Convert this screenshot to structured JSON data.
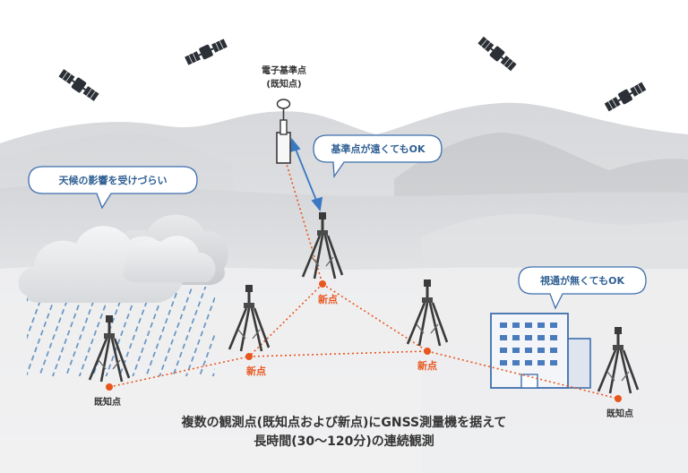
{
  "reference_station": {
    "line1": "電子基準点",
    "line2": "(既知点)"
  },
  "bubbles": {
    "weather": "天候の影響を受けづらい",
    "distance": "基準点が遠くてもOK",
    "visibility": "視通が無くてもOK"
  },
  "points": {
    "new_label": "新点",
    "known_label": "既知点"
  },
  "caption": {
    "line1": "複数の観測点(既知点および新点)にGNSS測量機を据えて",
    "line2": "長時間(30〜120分)の連続観測"
  },
  "colors": {
    "accent": "#e8561e",
    "link": "#3a78c2",
    "bubble_text": "#2f5f93",
    "text": "#333333"
  },
  "icons": [
    "satellite-icon",
    "cloud-icon",
    "rain-icon",
    "building-icon",
    "tripod-icon",
    "reference-station-icon"
  ]
}
